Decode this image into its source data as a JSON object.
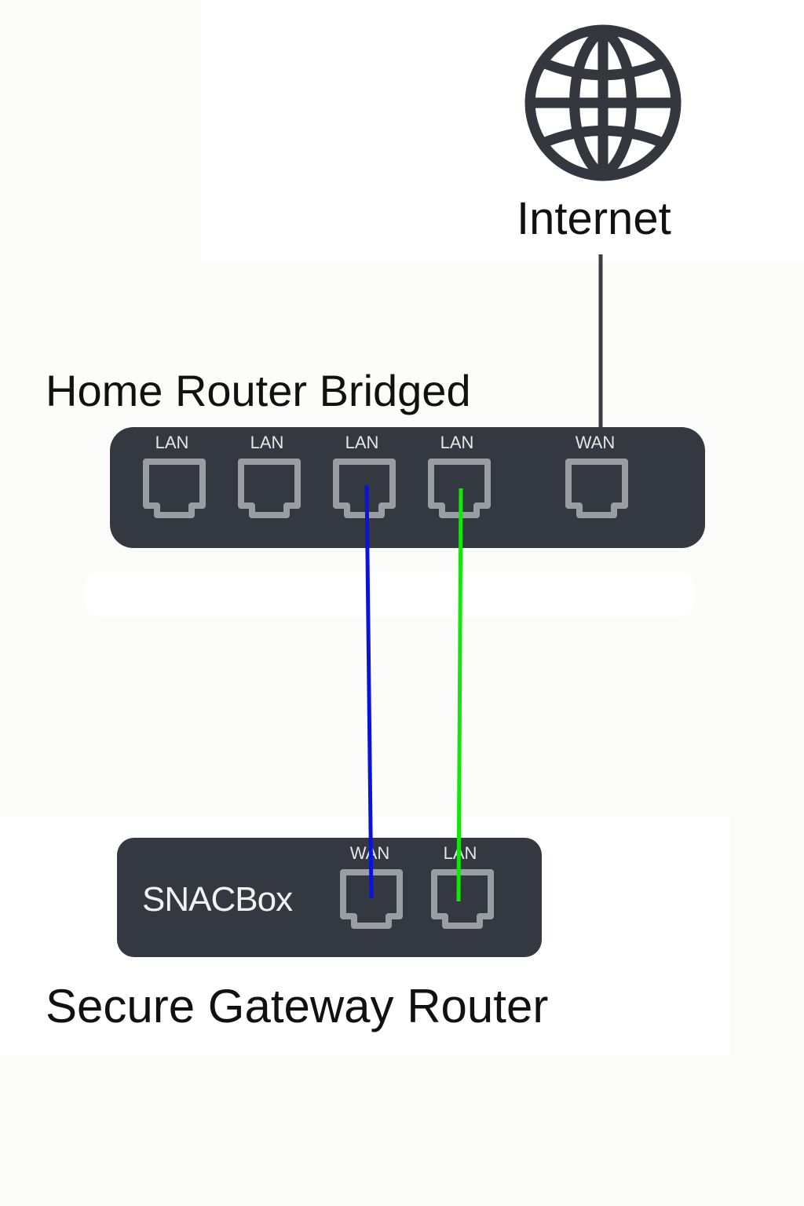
{
  "internet": {
    "label": "Internet",
    "icon": "globe-icon"
  },
  "home_router": {
    "title": "Home Router Bridged",
    "ports": [
      {
        "label": "LAN"
      },
      {
        "label": "LAN"
      },
      {
        "label": "LAN"
      },
      {
        "label": "LAN"
      },
      {
        "label": "WAN"
      }
    ]
  },
  "gateway": {
    "device_name": "SNACBox",
    "title": "Secure Gateway Router",
    "ports": [
      {
        "label": "WAN"
      },
      {
        "label": "LAN"
      }
    ]
  },
  "connections": [
    {
      "from": "Internet",
      "to": "Home Router Bridged WAN",
      "color": "#3a3d42"
    },
    {
      "from": "Home Router Bridged LAN 3",
      "to": "SNACBox WAN",
      "color": "#0a14d8"
    },
    {
      "from": "Home Router Bridged LAN 4",
      "to": "SNACBox LAN",
      "color": "#12e60a"
    }
  ],
  "colors": {
    "device_body": "#343840",
    "port": "#9a9da3",
    "text": "#111111"
  }
}
